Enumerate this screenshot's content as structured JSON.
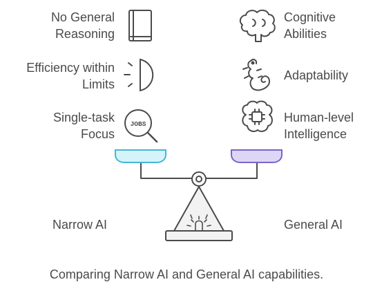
{
  "left": {
    "title": "Narrow AI",
    "features": [
      {
        "label": "No General\nReasoning",
        "icon": "book-icon"
      },
      {
        "label": "Efficiency within\nLimits",
        "icon": "half-moon-icon"
      },
      {
        "label": "Single-task\nFocus",
        "icon": "jobs-magnifier-icon"
      }
    ]
  },
  "right": {
    "title": "General AI",
    "features": [
      {
        "label": "Cognitive\nAbilities",
        "icon": "brain-icon"
      },
      {
        "label": "Adaptability",
        "icon": "chameleon-icon"
      },
      {
        "label": "Human-level\nIntelligence",
        "icon": "chip-brain-icon"
      }
    ]
  },
  "caption": "Comparing Narrow AI and General AI capabilities.",
  "icon_text": {
    "jobs": "JOBS"
  },
  "colors": {
    "left_pan_fill": "#d6f3fa",
    "left_pan_stroke": "#3fb8d6",
    "right_pan_fill": "#ddd6f5",
    "right_pan_stroke": "#7b63c9",
    "line": "#4a4a4a",
    "stand_fill": "#f2f2f2"
  }
}
